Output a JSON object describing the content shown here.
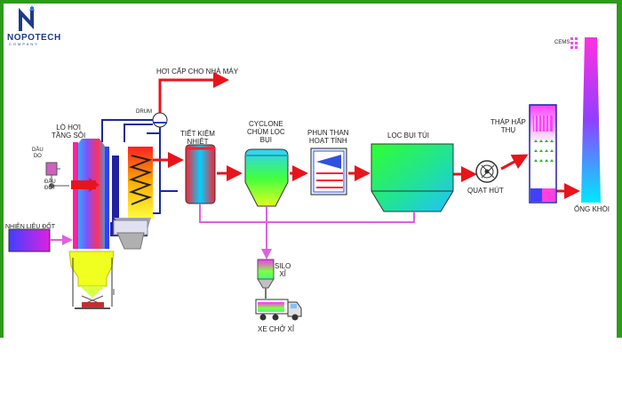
{
  "logo": {
    "name": "NOPOTECH",
    "tagline": "COMPANY"
  },
  "labels": {
    "steam_out": "HƠI CẤP CHO NHÀ MÁY",
    "drum": "DRUM",
    "boiler": [
      "LÒ HƠI",
      "TẦNG SÔI"
    ],
    "oil_do": [
      "DẦU",
      "DO"
    ],
    "oil_burner": [
      "ĐẦU",
      "ĐỐT"
    ],
    "fuel": "NHIÊN LIỆU ĐỐT",
    "economizer": [
      "TIẾT KIỆM",
      "NHIỆT"
    ],
    "cyclone": [
      "CYCLONE",
      "CHÙM LỌC",
      "BỤI"
    ],
    "carbon": [
      "PHUN THAN",
      "HOẠT TÍNH"
    ],
    "bag_filter": "LỌC BỤI TÚI",
    "fan": "QUẠT HÚT",
    "absorber": [
      "THÁP HẤP",
      "THỤ"
    ],
    "cems": "CEMS",
    "stack": "ỐNG KHÓI",
    "silo": [
      "SILO",
      "XỈ"
    ],
    "truck": "XE CHỞ XỈ"
  },
  "colors": {
    "frame": "#2e9a1c",
    "flow_arrow": "#e8141c",
    "ash_line": "#e060e0",
    "steam_line": "#1a2a9a"
  }
}
